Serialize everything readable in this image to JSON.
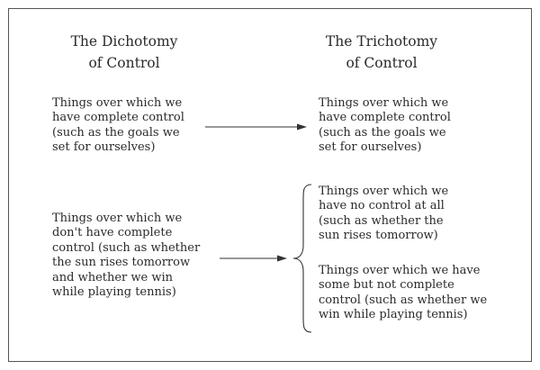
{
  "left_column": {
    "heading": [
      "The Dichotomy",
      "of Control"
    ],
    "item_1": [
      "Things over which we",
      "have complete control",
      "(such as the goals we",
      "set for ourselves)"
    ],
    "item_2": [
      "Things over which we",
      "don't have complete",
      "control (such as whether",
      "the sun rises tomorrow",
      "and whether we win",
      "while playing tennis)"
    ]
  },
  "right_column": {
    "heading": [
      "The Trichotomy",
      "of Control"
    ],
    "item_1": [
      "Things over which we",
      "have complete control",
      "(such as the goals we",
      "set for ourselves)"
    ],
    "item_2": [
      "Things over which we",
      "have no control at all",
      "(such as whether the",
      "sun rises tomorrow)"
    ],
    "item_3": [
      "Things over which we have",
      "some but not complete",
      "control (such as whether we",
      "win while playing tennis)"
    ]
  }
}
